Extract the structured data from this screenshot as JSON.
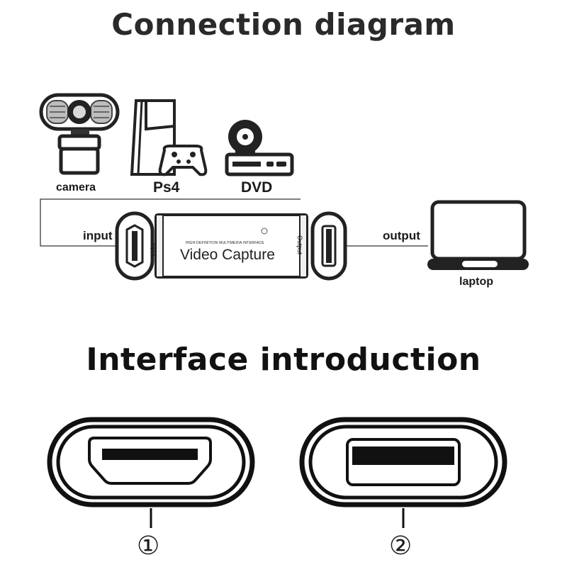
{
  "section_titles": {
    "connection": "Connection diagram",
    "interface": "Interface introduction"
  },
  "devices": {
    "camera": "camera",
    "ps4": "Ps4",
    "dvd": "DVD",
    "laptop": "laptop"
  },
  "connectors": {
    "input": "input",
    "output": "output"
  },
  "capture_box": {
    "small_text": "HIGH-DEFINITION MULTIMEDIA INTERFACE",
    "name": "Video Capture",
    "left_side": "Input",
    "right_side": "Output"
  },
  "port_markers": {
    "port1": "①",
    "port2": "②"
  }
}
